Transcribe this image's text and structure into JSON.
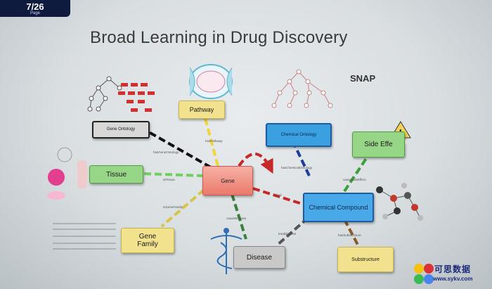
{
  "header": {
    "page_number": "7/26",
    "page_label": "Page"
  },
  "slide": {
    "title": "Broad Learning in Drug Discovery",
    "tag": "SNAP"
  },
  "nodes": {
    "gene": "Gene",
    "pathway": "Pathway",
    "gene_ontology": "Gene Ontology",
    "chemical_ontology": "Chemical Ontology",
    "side_effect": "Side Effe",
    "tissue": "Tissue",
    "chemical_compound": "Chemical Compound",
    "gene_family": "Gene\nFamily",
    "disease": "Disease",
    "substructure": "Substructure"
  },
  "edge_labels": {
    "has_gene_ontology": "hasGeneOntology",
    "has_pathway": "hasPathway",
    "has_chemical_ontology": "hasChemicalOntology",
    "at_tissue": "atTissue",
    "has_side_effect": "causeSideEffect",
    "bind": "bind",
    "in_gene_family": "inGeneFamily",
    "cause_disease": "causeDisease",
    "treat_disease": "treatDisease",
    "has_substructure": "hasSubstructure"
  },
  "watermark": {
    "text_cn": "可思数据",
    "url": "www.sykv.com"
  },
  "colors": {
    "gene": "#ea7a6b",
    "yellow_node": "#f2e28e",
    "green_node": "#96d686",
    "blue_node": "#3aa0df",
    "gray_node": "#c9c9c9",
    "badge": "#0f1a3f"
  }
}
